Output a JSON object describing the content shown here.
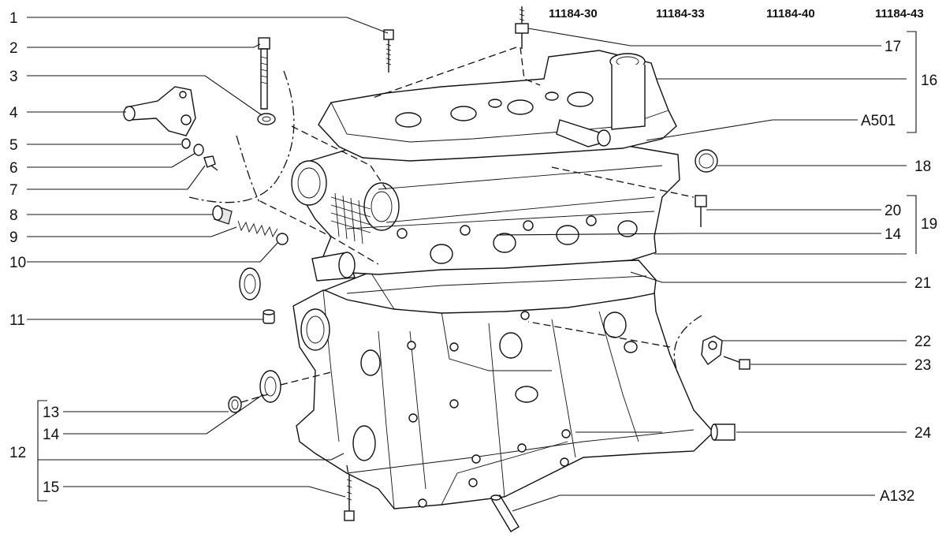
{
  "header_codes": [
    "11184-30",
    "11184-33",
    "11184-40",
    "11184-43"
  ],
  "left_callouts": [
    "1",
    "2",
    "3",
    "4",
    "5",
    "6",
    "7",
    "8",
    "9",
    "10",
    "11",
    "12",
    "13",
    "14",
    "15"
  ],
  "right_callouts": [
    "17",
    "16",
    "A501",
    "18",
    "20",
    "19",
    "14",
    "21",
    "22",
    "23",
    "24",
    "A132"
  ],
  "colors": {
    "line": "#111111",
    "background": "#ffffff",
    "shade": "#e8e8e8"
  }
}
